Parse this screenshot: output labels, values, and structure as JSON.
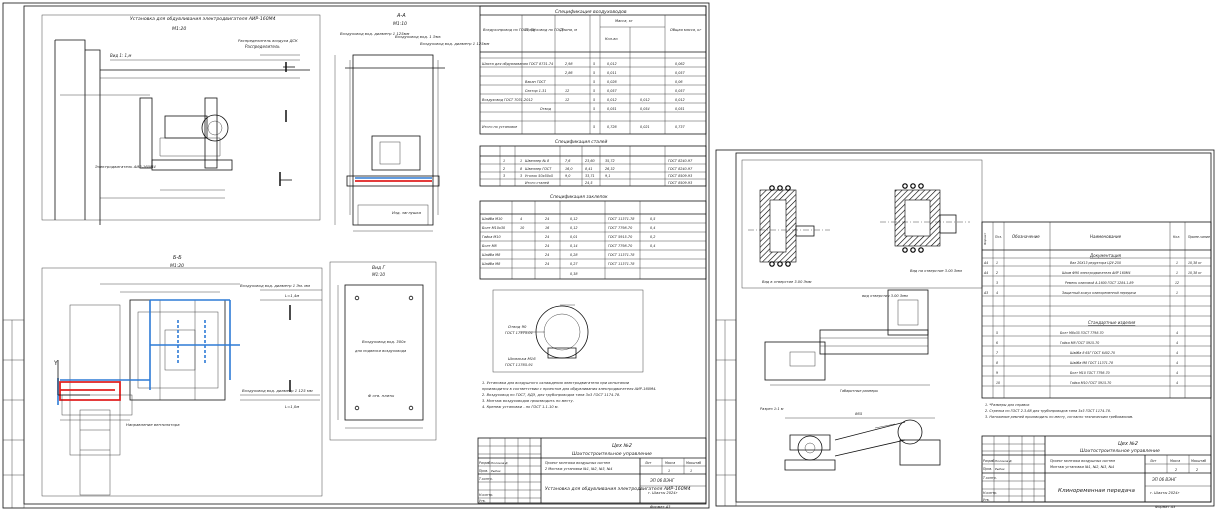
{
  "sheet1": {
    "view_top_title": "Установка для обдувливания электродвигателя АИР-160М4",
    "view_top_scale": "М1:20",
    "view_top_label1": "Вид 1: 1,м",
    "view_top_label2": "Распределитель",
    "view_top_label3": "Распределитель воздуха ДСК",
    "view_top_note": "Электродвигатель АИР-160М4",
    "section_a_title": "А-А",
    "section_a_scale": "М1:10",
    "section_a_label1": "Воздуховод вхд. диаметр 1 125мм",
    "section_a_label2": "Воздуховод вхд. 1 Эмк",
    "section_a_label3": "Воздуховод вхд. диаметр 1 125мм",
    "section_a_label4": "Изд. заглушка",
    "plan_title": "Б-Б",
    "plan_scale": "М1:20",
    "plan_label1": "Воздуховод вхд. диаметр 1 Эм. мм",
    "plan_label2": "Воздуховод вхд. диаметр 1 125 мм",
    "plan_label3": "L=1,4м",
    "plan_label4": "L=1,0м",
    "plan_label5": "Направление вентилятора",
    "view_g_title": "Вид Г",
    "view_g_scale": "М1:10",
    "view_g_label1": "Воздуховод вхд. 300x",
    "view_g_label2": "для подвески воздуховода",
    "view_g_label3": "Ф отв. плиты",
    "spec_title": "Спецификация воздуховодов",
    "spec_headers": [
      "Воздухопровод по ГОСТ, ТУ",
      "Воздуховод по ГОСТ",
      "Длина, м",
      "Масса, кг",
      "Кол-во",
      "Общая масса, кг"
    ],
    "spec_rows": [
      [
        "Шахта для обдувливания ГОСТ 8731-74",
        "2,98",
        "5",
        "0,012",
        "",
        "0,062"
      ],
      [
        "",
        "2,86",
        "5",
        "0,011",
        "",
        "0,057"
      ],
      [
        "Вакан ГОСТ",
        "",
        "5",
        "0,026",
        "",
        "0,06"
      ],
      [
        "Сектор 1-31",
        "12",
        "5",
        "0,057",
        "",
        "0,057"
      ],
      [
        "Воздуховод ГОСТ 7031-2012",
        "12",
        "5",
        "0,012",
        "0,012",
        "0,012"
      ],
      [
        "Отвод",
        "",
        "5",
        "0,051",
        "0,054",
        "0,051"
      ],
      [
        "Итого по установке",
        "",
        "5",
        "0,726",
        "0,021",
        "0,737"
      ]
    ],
    "table2_title": "Спецификация сталей",
    "table2_rows": [
      [
        "1",
        "1",
        "Швеллер № 8",
        "7,6",
        "23,60",
        "35,72",
        "ГОСТ 8240-97"
      ],
      [
        "2",
        "8",
        "Швеллер ГОСТ",
        "16,0",
        "8,41",
        "26,32",
        "ГОСТ 8240-97"
      ],
      [
        "3",
        "3",
        "Уголок 50x50x5",
        "9,0",
        "33,71",
        "9,1",
        "ГОСТ 8509-93"
      ],
      [
        "",
        "",
        "Итого сталей",
        "",
        "24,5",
        "",
        "ГОСТ 8509-93"
      ]
    ],
    "table3_title": "Спецификация заклепок",
    "table3_rows": [
      [
        "Шайба М10",
        "4",
        "24",
        "0,12",
        "ГОСТ 11371-78",
        "0,5"
      ],
      [
        "Болт М10x30",
        "10",
        "16",
        "0,12",
        "ГОСТ 7798-70",
        "0,4"
      ],
      [
        "Гайка М10",
        "",
        "24",
        "0,01",
        "ГОСТ 5915-70",
        "0,2"
      ],
      [
        "Болт М8",
        "",
        "24",
        "0,14",
        "ГОСТ 7798-70",
        "0,4"
      ],
      [
        "Шайба М8",
        "",
        "24",
        "0,28",
        "ГОСТ 11371-78",
        ""
      ],
      [
        "Шайба М8",
        "",
        "24",
        "0,27",
        "ГОСТ 11371-78",
        ""
      ],
      [
        "",
        "",
        "",
        "0,38",
        "",
        ""
      ]
    ],
    "detail_label1": "Отвод 90",
    "detail_label2": "ГОСТ 17375-01",
    "detail_label3": "Шпилька М16",
    "detail_label4": "ГОСТ 11765-91",
    "notes": [
      "1. Установка для воздушного охлаждения электродвигателя при испытании",
      "производится в соответствии с проектом для обдувливания электродвигателя АИР-160М4.",
      "2. Воздуховод по ГОСТ, 8ДЭ, для трубопроводов типа 3х3 ГОСТ 1174-78.",
      "3. Монтаж воздуховодов производить по месту.",
      "4. Крепеж установки - по ГОСТ 1.1-10 м."
    ],
    "title_company": "Цех №2",
    "title_org": "Шахтостроительное управление",
    "title_desc": "Проект монтажа воздушных систем",
    "title_desc2": "2 Монтаж установки №1, №2, №3, №4",
    "title_drawing": "Установка для обдувливания электродвигателя АИР-160М4",
    "title_code": "ЭП 06 ВЭНГ",
    "title_code2": "г. Шахты 2024г",
    "title_sheet": "1",
    "title_sheets": "1",
    "title_roles": [
      "Разраб.",
      "Пров.",
      "Т.контр.",
      "",
      "Н.контр.",
      "Утв."
    ],
    "title_names": [
      "Поляков Д.",
      "Рыбак",
      "",
      "",
      "",
      ""
    ],
    "title_head": [
      "Лит",
      "Масса",
      "Масштаб"
    ],
    "format_label": "Формат А3"
  },
  "sheet2": {
    "view_left_label": "Вид в отверстие 3.00 Эмм",
    "view_right_label": "Вид на отверстие 3.00 Эмм",
    "view_top_label": "вид отверстия 3.00 Эмм",
    "side_label": "Разрез 1:1 м",
    "dim_center": "Габаритные размеры",
    "dim_bottom": "865",
    "spec_headers": [
      "Формат",
      "Поз.",
      "Обозначение",
      "Наименование",
      "Кол.",
      "Приме-чание"
    ],
    "spec_section1": "Документация",
    "spec_section2": "Стандартные изделия",
    "spec_rows": [
      [
        "A4",
        "1",
        "",
        "Вал 20Х13 редуктора Ц2У-250",
        "1",
        "10,38 кг"
      ],
      [
        "A4",
        "2",
        "",
        "Шкив Ф90 электродвигателя АИР 160М4",
        "1",
        "10,38 кг"
      ],
      [
        "",
        "3",
        "",
        "Ремень клиновой А-1600 ГОСТ 1284.1-89",
        "12",
        ""
      ],
      [
        "A3",
        "4",
        "",
        "Защитный кожух клиноременной передачи",
        "1",
        ""
      ],
      [
        "",
        "5",
        "",
        "Болт М8x35 ГОСТ 7798-70",
        "4",
        ""
      ],
      [
        "",
        "6",
        "",
        "Гайка М8 ГОСТ 5915-70",
        "4",
        ""
      ],
      [
        "",
        "7",
        "",
        "Шайба 8 65Г ГОСТ 6402-70",
        "4",
        ""
      ],
      [
        "",
        "8",
        "",
        "Шайба М8 ГОСТ 11371-78",
        "4",
        ""
      ],
      [
        "",
        "9",
        "",
        "Болт М10 ГОСТ 7798-70",
        "4",
        ""
      ],
      [
        "",
        "10",
        "",
        "Гайка М10 ГОСТ 5915-70",
        "4",
        ""
      ]
    ],
    "notes": [
      "1. *Размеры для справок",
      "2. Стрелка по ГОСТ 2.3-68 для трубопроводов типа 3х3 ГОСТ 1174-78.",
      "3. Натяжение ремней производить по месту, согласно техническим требованиям."
    ],
    "title_company": "Цех №2",
    "title_org": "Шахтостроительное управление",
    "title_desc": "Проект монтажа воздушных систем",
    "title_desc2": "Монтаж установки №1, №2, №3, №4",
    "title_drawing": "Клиноременная передача",
    "title_code": "ЭП 06 ВЭНГ",
    "title_code2": "г. Шахты 2024г",
    "title_sheet": "2",
    "title_sheets": "2",
    "title_roles": [
      "Разраб.",
      "Пров.",
      "Т.контр.",
      "",
      "Н.контр.",
      "Утв."
    ],
    "title_names": [
      "Поляков Д.",
      "Рыбак",
      "",
      "",
      "",
      ""
    ],
    "title_head": [
      "Лит",
      "Масса",
      "Масштаб"
    ],
    "format_label": "Формат А3"
  },
  "colors": {
    "accent_blue": "#2e7bd6",
    "accent_red": "#e02020"
  }
}
